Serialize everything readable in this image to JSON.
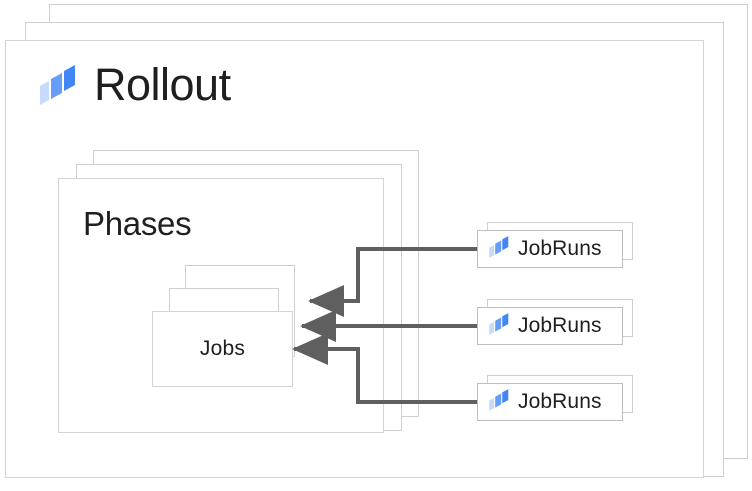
{
  "diagram": {
    "title": "Rollout",
    "logo_icon": "rollout-logo-icon",
    "colors": {
      "logo_dark_blue": "#4285F4",
      "logo_mid_blue": "#669DF6",
      "logo_light_blue": "#C6DAFC",
      "frame_border": "#d4d4d4",
      "card_border": "#bdbdbd",
      "arrow": "#5f5f5f",
      "text": "#1f1f1f"
    }
  },
  "rollout": {
    "label": "Rollout",
    "stack_count": 3
  },
  "phases": {
    "label": "Phases",
    "stack_count": 3
  },
  "jobs": {
    "label": "Jobs",
    "stack_count": 3
  },
  "jobruns": [
    {
      "label": "JobRuns",
      "icon": "rollout-logo-icon",
      "stack_count": 2
    },
    {
      "label": "JobRuns",
      "icon": "rollout-logo-icon",
      "stack_count": 2
    },
    {
      "label": "JobRuns",
      "icon": "rollout-logo-icon",
      "stack_count": 2
    }
  ],
  "connectors": [
    {
      "from": "jobruns-1",
      "to": "jobs",
      "style": "elbow",
      "direction": "right-to-left"
    },
    {
      "from": "jobruns-2",
      "to": "jobs",
      "style": "straight",
      "direction": "right-to-left"
    },
    {
      "from": "jobruns-3",
      "to": "jobs",
      "style": "elbow",
      "direction": "right-to-left"
    }
  ]
}
